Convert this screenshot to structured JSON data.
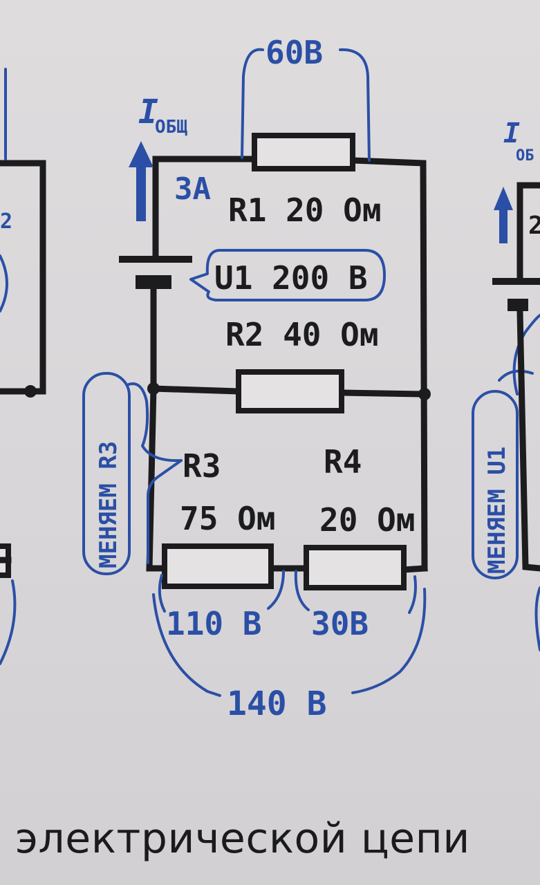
{
  "labels": {
    "i_total": "I",
    "i_total_sub": "ОБЩ",
    "current": "3А",
    "u_r1": "60В",
    "r1": "R1 20 Ом",
    "u1": "U1 200 В",
    "r2": "R2 40 Ом",
    "r3_name": "R3",
    "r3_value": "75 Ом",
    "r4_name": "R4",
    "r4_value": "20 Ом",
    "u_r3": "110 В",
    "u_r4": "30В",
    "u_r34": "140 В",
    "note_left": "МЕНЯЕМ R3",
    "note_right": "МЕНЯЕМ U1",
    "left_fragment_i": "I",
    "left_fragment_sub": "ОБ",
    "left_fragment_digit": "2"
  },
  "caption": "электрической цепи",
  "colors": {
    "ink": "#1c1b1d",
    "pen_blue": "#2b4fa6",
    "paper": "#dcdadb"
  }
}
